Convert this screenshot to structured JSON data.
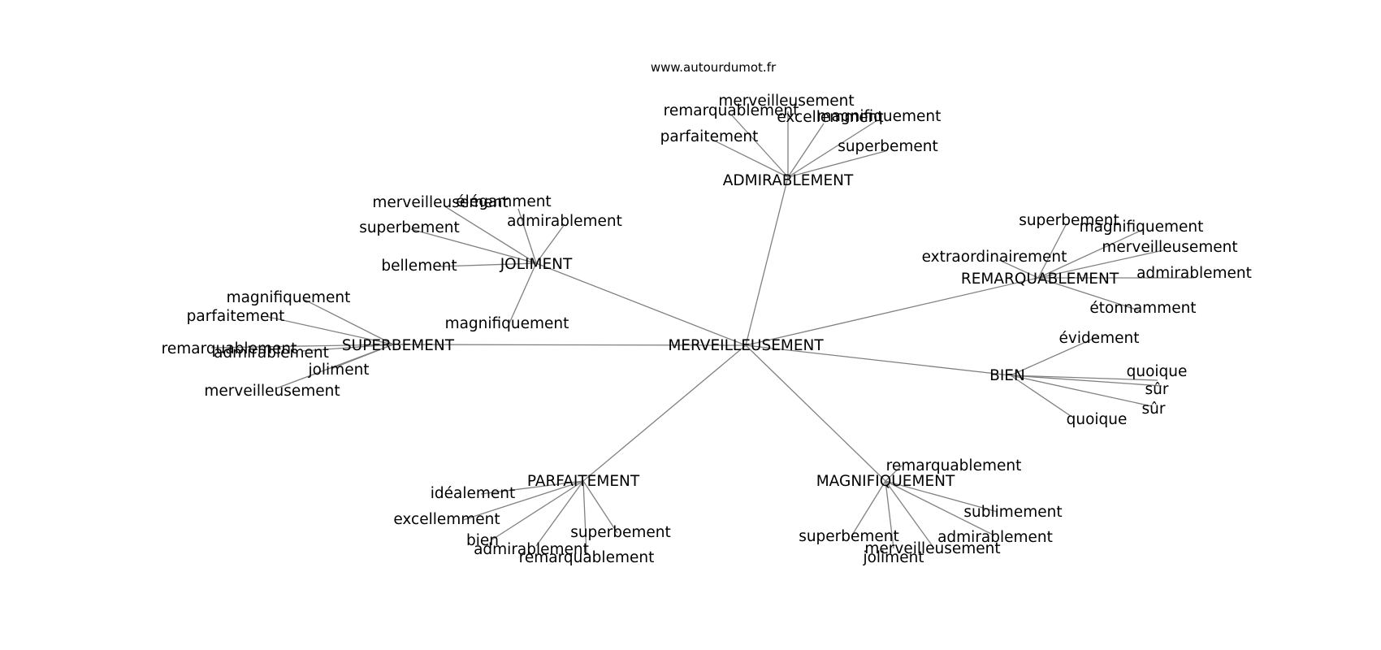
{
  "site": "www.autourdumot.fr",
  "graph": {
    "center": "MERVEILLEUSEMENT",
    "clusters": [
      {
        "hub": "ADMIRABLEMENT",
        "leaves": [
          "merveilleusement",
          "remarquablement",
          "excellemment",
          "magnifiquement",
          "parfaitement",
          "superbement"
        ]
      },
      {
        "hub": "JOLIMENT",
        "leaves": [
          "merveilleusement",
          "élégamment",
          "admirablement",
          "superbement",
          "bellement",
          "magnifiquement"
        ]
      },
      {
        "hub": "REMARQUABLEMENT",
        "leaves": [
          "superbement",
          "magnifiquement",
          "merveilleusement",
          "extraordinairement",
          "admirablement",
          "étonnamment"
        ]
      },
      {
        "hub": "SUPERBEMENT",
        "leaves": [
          "magnifiquement",
          "parfaitement",
          "remarquablement",
          "admirablement",
          "joliment",
          "merveilleusement"
        ]
      },
      {
        "hub": "BIEN",
        "leaves": [
          "évidement",
          "quoique",
          "sûr",
          "sûr",
          "quoique"
        ]
      },
      {
        "hub": "PARFAITEMENT",
        "leaves": [
          "idéalement",
          "excellemment",
          "bien",
          "admirablement",
          "remarquablement",
          "superbement"
        ]
      },
      {
        "hub": "MAGNIFIQUEMENT",
        "leaves": [
          "remarquablement",
          "sublimement",
          "admirablement",
          "merveilleusement",
          "joliment",
          "superbement"
        ]
      }
    ]
  }
}
